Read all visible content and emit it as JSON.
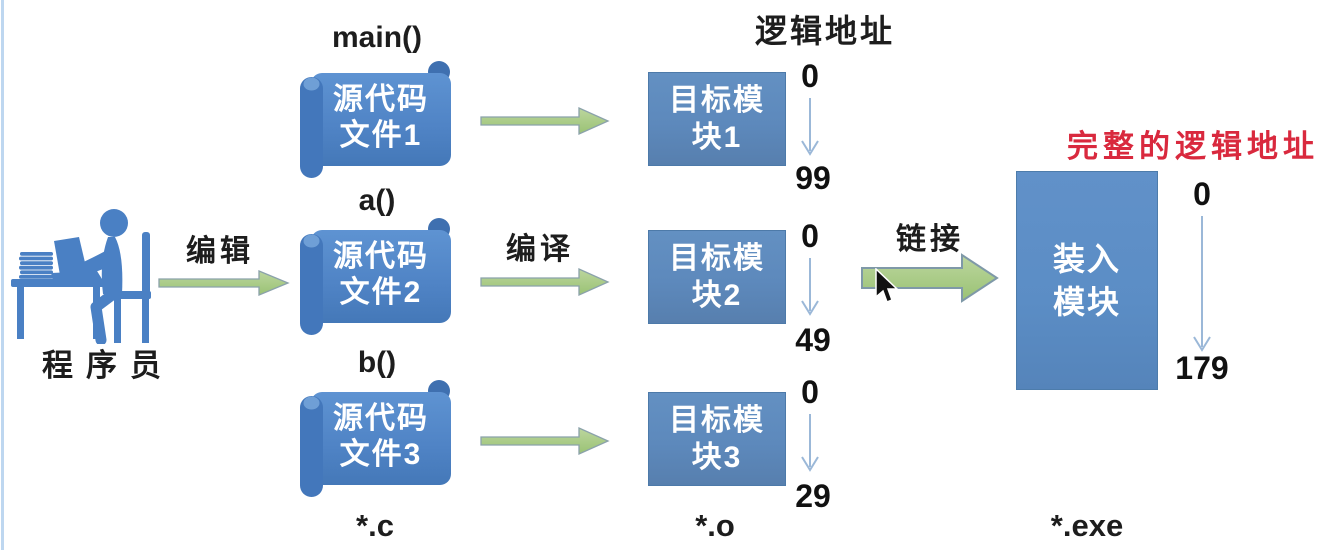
{
  "diagram": {
    "programmer_label": "程序员",
    "edit_label": "编辑",
    "compile_label": "编译",
    "link_label": "链接",
    "logical_address_header": "逻辑地址",
    "full_logical_address_header": "完整的逻辑地址",
    "source_files": [
      {
        "function": "main()",
        "name_line1": "源代码",
        "name_line2": "文件1"
      },
      {
        "function": "a()",
        "name_line1": "源代码",
        "name_line2": "文件2"
      },
      {
        "function": "b()",
        "name_line1": "源代码",
        "name_line2": "文件3"
      }
    ],
    "object_modules": [
      {
        "name_line1": "目标模",
        "name_line2": "块1",
        "start_addr": "0",
        "end_addr": "99"
      },
      {
        "name_line1": "目标模",
        "name_line2": "块2",
        "start_addr": "0",
        "end_addr": "49"
      },
      {
        "name_line1": "目标模",
        "name_line2": "块3",
        "start_addr": "0",
        "end_addr": "29"
      }
    ],
    "load_module": {
      "name_line1": "装入",
      "name_line2": "模块",
      "start_addr": "0",
      "end_addr": "179"
    },
    "file_extensions": {
      "source": "*.c",
      "object": "*.o",
      "executable": "*.exe"
    },
    "colors": {
      "box_blue": "#5d8abd",
      "scroll_blue": "#4f83c5",
      "person_blue": "#4a80c4",
      "arrow_green": "#a9cb88",
      "arrow_outline": "#8ba2ab",
      "highlight_red": "#d9293e",
      "down_arrow_blue": "#9bb8d8",
      "text_black": "#1d1d1d"
    }
  }
}
